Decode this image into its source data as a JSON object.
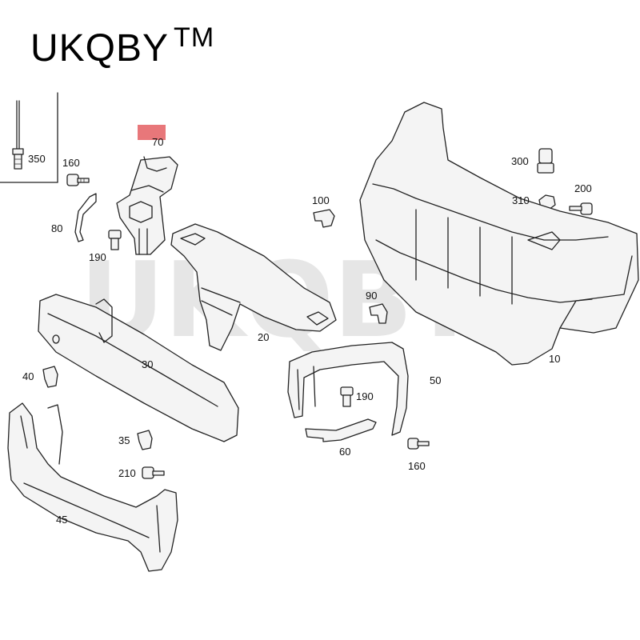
{
  "brand": {
    "name": "UKQBY",
    "mark": "TM"
  },
  "watermark": "UKQBY",
  "highlight_color": "#e8777a",
  "parts": [
    {
      "id": "p350",
      "label": "350"
    },
    {
      "id": "p160a",
      "label": "160"
    },
    {
      "id": "p70",
      "label": "70"
    },
    {
      "id": "p80",
      "label": "80"
    },
    {
      "id": "p190a",
      "label": "190"
    },
    {
      "id": "p100",
      "label": "100"
    },
    {
      "id": "p300",
      "label": "300"
    },
    {
      "id": "p310",
      "label": "310"
    },
    {
      "id": "p200",
      "label": "200"
    },
    {
      "id": "p90",
      "label": "90"
    },
    {
      "id": "p20",
      "label": "20"
    },
    {
      "id": "p10",
      "label": "10"
    },
    {
      "id": "p30",
      "label": "30"
    },
    {
      "id": "p40",
      "label": "40"
    },
    {
      "id": "p50",
      "label": "50"
    },
    {
      "id": "p190b",
      "label": "190"
    },
    {
      "id": "p60",
      "label": "60"
    },
    {
      "id": "p160b",
      "label": "160"
    },
    {
      "id": "p35",
      "label": "35"
    },
    {
      "id": "p210",
      "label": "210"
    },
    {
      "id": "p45",
      "label": "45"
    }
  ]
}
